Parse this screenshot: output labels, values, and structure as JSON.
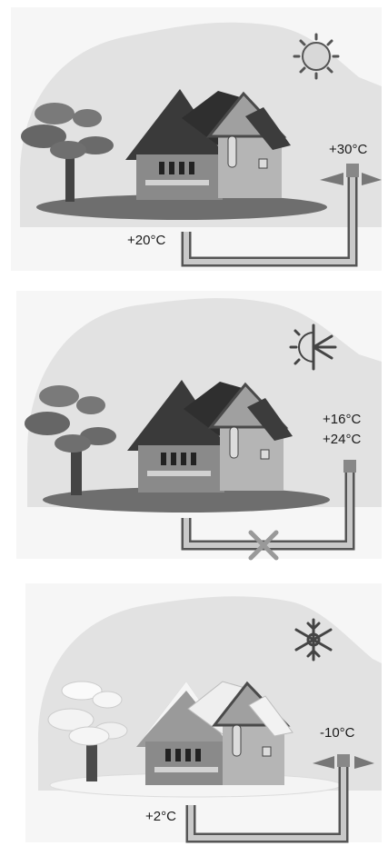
{
  "panels": [
    {
      "season": "summer",
      "outdoor_temp": "+30°C",
      "ground_temp": "+20°C",
      "weather_icon": "sun-icon",
      "pipe_state": "active"
    },
    {
      "season": "spring-autumn",
      "outdoor_temp_low": "+16°C",
      "outdoor_temp_high": "+24°C",
      "weather_icon": "sun-snow-icon",
      "pipe_state": "disabled"
    },
    {
      "season": "winter",
      "outdoor_temp": "-10°C",
      "ground_temp": "+2°C",
      "weather_icon": "snowflake-icon",
      "pipe_state": "active"
    }
  ]
}
